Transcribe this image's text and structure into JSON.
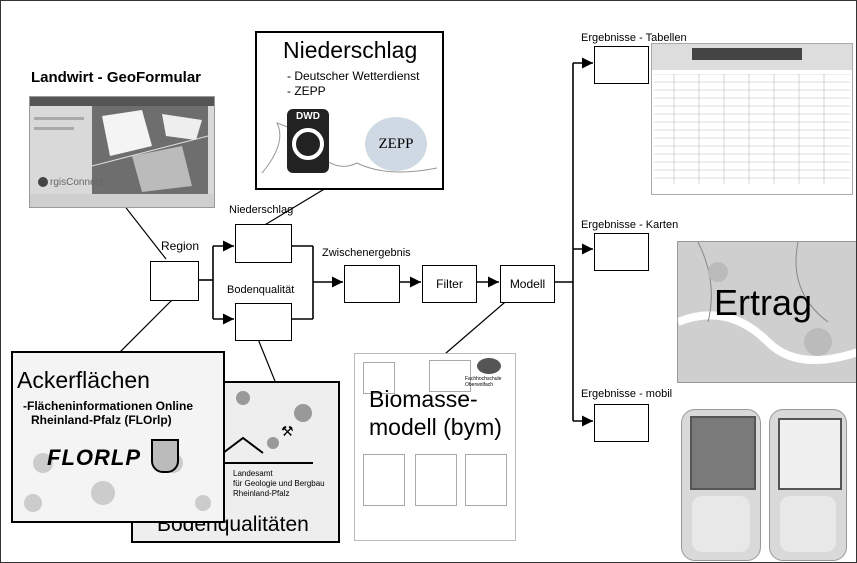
{
  "landwirt": {
    "title": "Landwirt - GeoFormular",
    "logo_text": "rgisConnect"
  },
  "niederschlag_panel": {
    "title": "Niederschlag",
    "line1": "- Deutscher Wetterdienst",
    "line2": "- ZEPP",
    "dwd_logo": "DWD",
    "zepp_logo": "ZEPP"
  },
  "ackerflaechen": {
    "title": "Ackerflächen",
    "line1": "-Flächeninformationen Online",
    "line2": "Rheinland-Pfalz (FLOrlp)",
    "logo": "FLORLP"
  },
  "bodenqualitaeten": {
    "title": "Bodenqualitäten",
    "lgb_line1": "Landesamt",
    "lgb_line2": "für Geologie und Bergbau",
    "lgb_line3": "Rheinland-Pfalz"
  },
  "biomasse": {
    "title_line1": "Biomasse-",
    "title_line2": "modell (bym)",
    "fh_line1": "Fachhochschule",
    "fh_line2": "Oberwolfach"
  },
  "flow": {
    "region": "Region",
    "niederschlag": "Niederschlag",
    "bodenqualitaet": "Bodenqualität",
    "zwischenergebnis": "Zwischenergebnis",
    "filter": "Filter",
    "modell": "Modell"
  },
  "outputs": {
    "tabellen": "Ergebnisse - Tabellen",
    "karten": "Ergebnisse - Karten",
    "mobil": "Ergebnisse - mobil",
    "ertrag": "Ertrag"
  }
}
